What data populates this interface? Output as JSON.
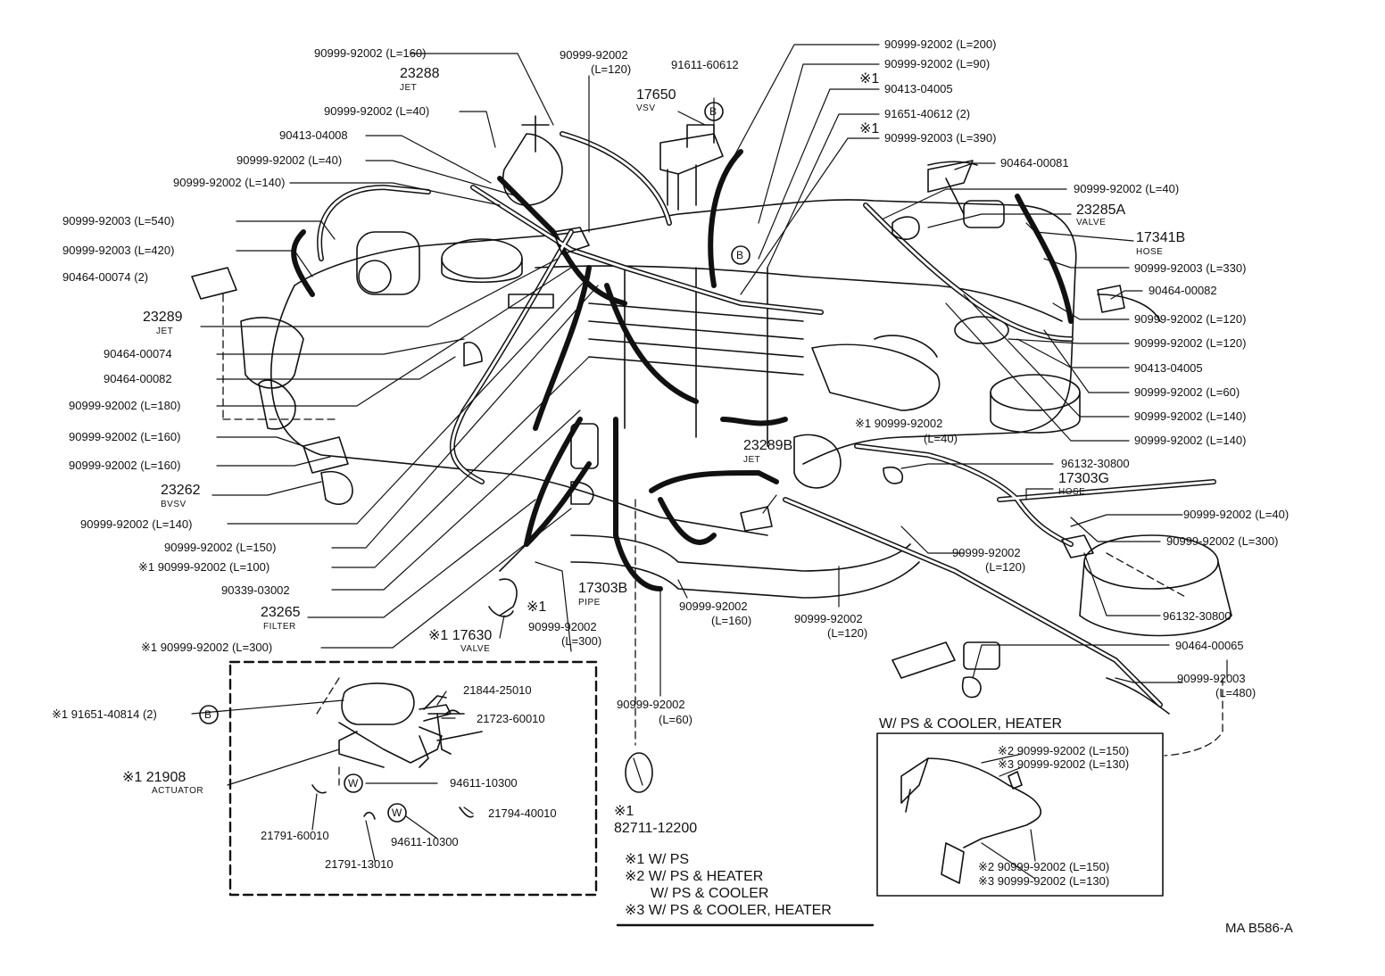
{
  "diagram_code": "MA  B586-A",
  "legend": {
    "l1": "※1 W/ PS",
    "l2": "※2 W/ PS & HEATER",
    "l2b": "W/ PS & COOLER",
    "l3": "※3 W/ PS & COOLER, HEATER"
  },
  "inset": {
    "title": "W/ PS & COOLER, HEATER",
    "t1": "※2 90999-92002 (L=150)",
    "t2": "※3 90999-92002 (L=130)",
    "b1": "※2 90999-92002 (L=150)",
    "b2": "※3 90999-92002 (L=130)"
  },
  "labels": {
    "l160top": "90999-92002 (L=160)",
    "p23288": "23288",
    "p23288s": "JET",
    "l40a": "90999-92002 (L=40)",
    "c04008": "90413-04008",
    "l40b": "90999-92002 (L=40)",
    "l140a": "90999-92002 (L=140)",
    "l540": "90999-92003 (L=540)",
    "l420": "90999-92003 (L=420)",
    "c00074b": "90464-00074 (2)",
    "p23289": "23289",
    "p23289s": "JET",
    "c00074": "90464-00074",
    "c00082a": "90464-00082",
    "l180": "90999-92002 (L=180)",
    "l160b": "90999-92002 (L=160)",
    "l160c": "90999-92002 (L=160)",
    "p23262": "23262",
    "p23262s": "BVSV",
    "l140b": "90999-92002 (L=140)",
    "l150": "90999-92002 (L=150)",
    "l100": "※1 90999-92002 (L=100)",
    "c03002": "90339-03002",
    "p23265": "23265",
    "p23265s": "FILTER",
    "l300a": "※1 90999-92002 (L=300)",
    "top120a": "90999-92002",
    "top120b": "(L=120)",
    "c60612": "91611-60612",
    "p17650": "17650",
    "p17650s": "VSV",
    "r200": "90999-92002 (L=200)",
    "r90": "90999-92002 (L=90)",
    "r04005mark": "※1",
    "r04005": "90413-04005",
    "r40612": "91651-40612 (2)",
    "r390mark": "※1",
    "r390": "90999-92003 (L=390)",
    "r00081": "90464-00081",
    "r40": "90999-92002 (L=40)",
    "p23285": "23285A",
    "p23285s": "VALVE",
    "p17341": "17341B",
    "p17341s": "HOSE",
    "r330": "90999-92003 (L=330)",
    "r00082": "90464-00082",
    "r120a": "90999-92002 (L=120)",
    "r120b": "90999-92002 (L=120)",
    "r04005b": "90413-04005",
    "r60": "90999-92002 (L=60)",
    "r140a": "90999-92002 (L=140)",
    "r140b": "90999-92002 (L=140)",
    "m40a": "※1 90999-92002",
    "m40b": "(L=40)",
    "p23289b": "23289B",
    "p23289bs": "JET",
    "c30800a": "96132-30800",
    "p17303g": "17303G",
    "p17303gs": "HOSE",
    "r40b": "90999-92002 (L=40)",
    "r300": "90999-92002 (L=300)",
    "m120a": "90999-92002",
    "m120b": "(L=120)",
    "c30800b": "96132-30800",
    "c00065": "90464-00065",
    "r480a": "90999-92003",
    "r480b": "(L=480)",
    "p17303b": "17303B",
    "p17303bs": "PIPE",
    "mark1": "※1",
    "b300a": "90999-92002",
    "b300b": "(L=300)",
    "b160a": "90999-92002",
    "b160b": "(L=160)",
    "b120a": "90999-92002",
    "b120b": "(L=120)",
    "p17630": "※1 17630",
    "p17630s": "VALVE",
    "b60a": "90999-92002",
    "b60b": "(L=60)",
    "c12200m": "※1",
    "c12200": "82711-12200",
    "a40814": "※1 91651-40814 (2)",
    "a25010": "21844-25010",
    "a60010": "21723-60010",
    "a21908": "※1 21908",
    "a21908s": "ACTUATOR",
    "a10300a": "94611-10300",
    "a40010": "21794-40010",
    "a60013": "21791-60010",
    "a10300b": "94611-10300",
    "a13010": "21791-13010"
  },
  "markers": {
    "b": "B",
    "w": "W"
  }
}
